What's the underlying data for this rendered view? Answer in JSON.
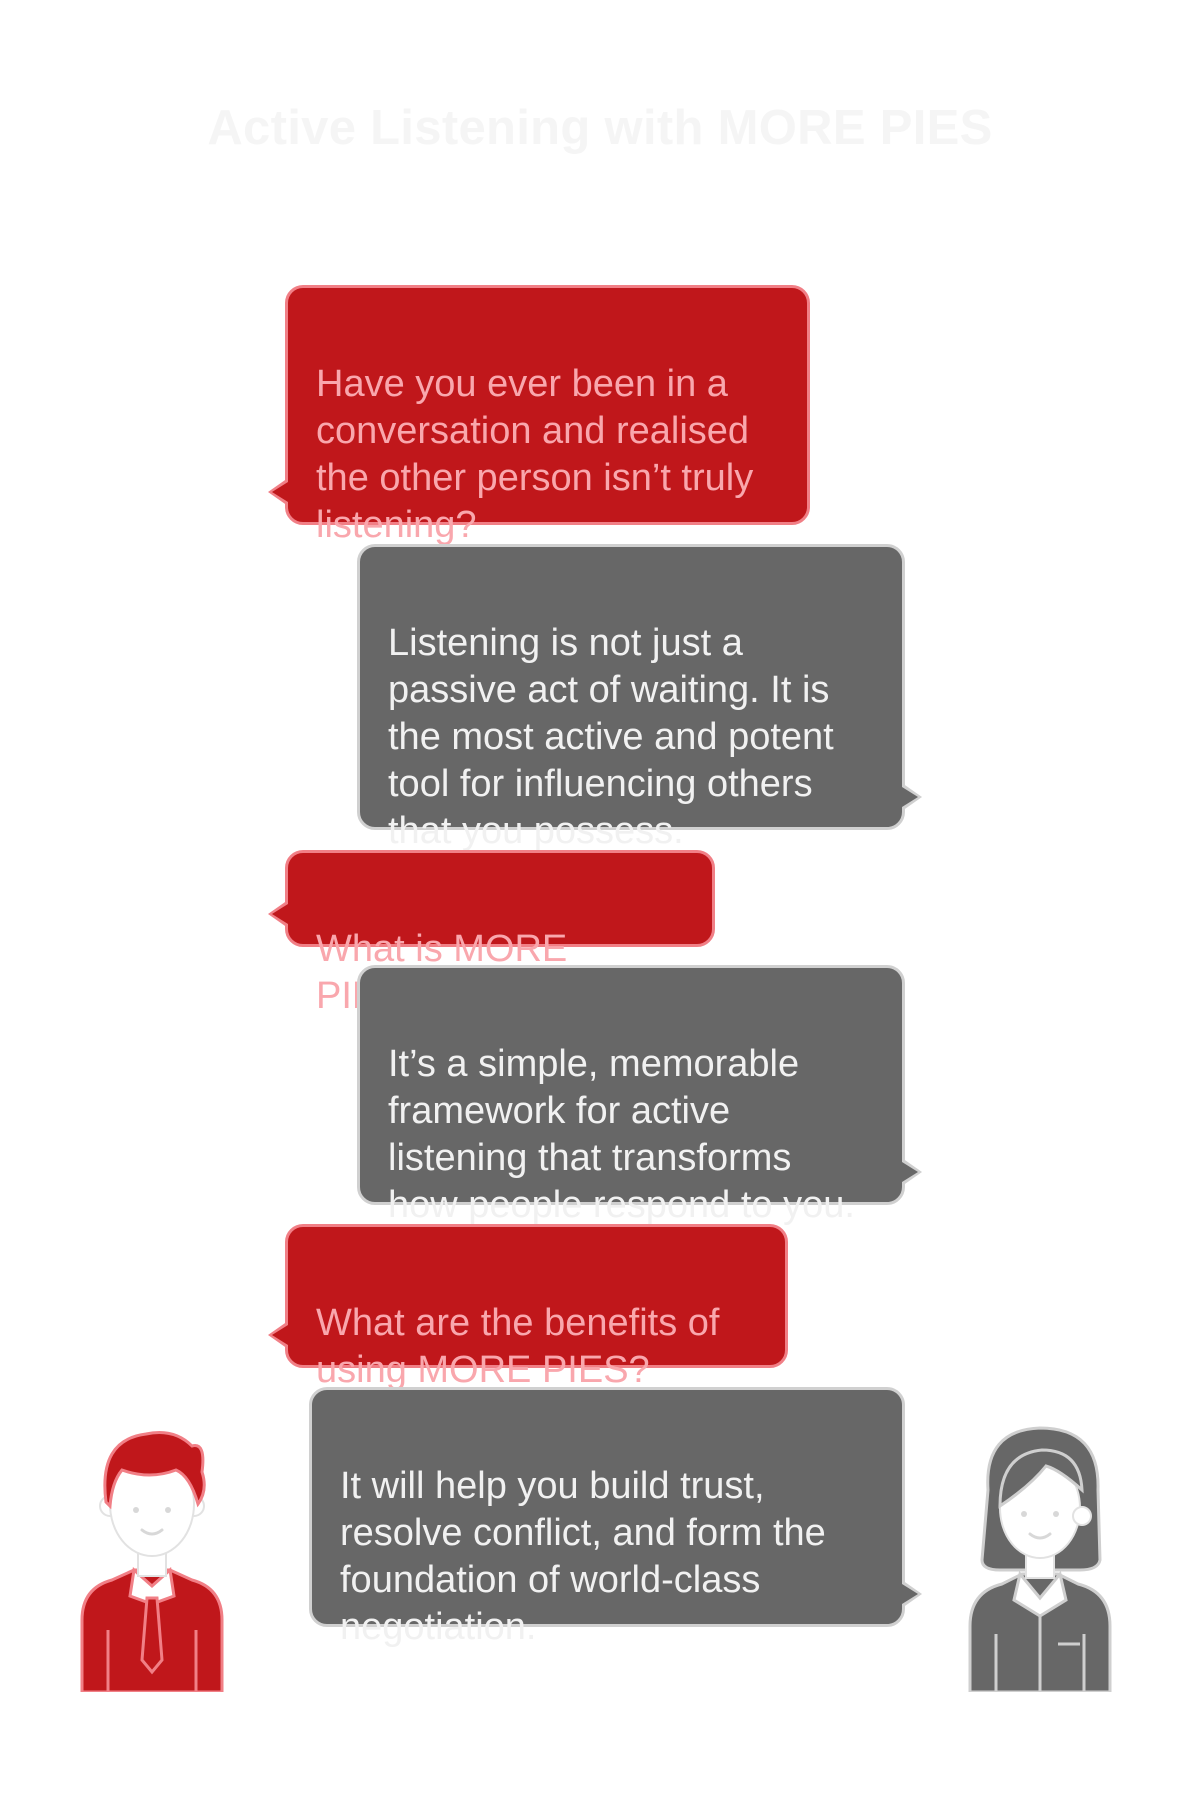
{
  "title": "Active Listening with MORE PIES",
  "colors": {
    "question_bg": "#c0171b",
    "question_border": "#f17f86",
    "question_text": "#f9a7ad",
    "answer_bg": "#676767",
    "answer_border": "#d0d0d0",
    "answer_text": "#f1f1f1"
  },
  "conversation": [
    {
      "speaker": "man",
      "text": "Have you ever been in a\nconversation and realised\nthe other person isn’t truly\nlistening?"
    },
    {
      "speaker": "woman",
      "text": "Listening is not just a\npassive act of waiting. It is\nthe most active and potent\ntool for influencing others\nthat you possess."
    },
    {
      "speaker": "man",
      "text": "What is MORE PIES?"
    },
    {
      "speaker": "woman",
      "text": "It’s a simple, memorable\nframework for active\nlistening that transforms\nhow people respond to you."
    },
    {
      "speaker": "man",
      "text": "What are the benefits of\nusing MORE PIES?"
    },
    {
      "speaker": "woman",
      "text": "It will help you build trust,\nresolve conflict, and form the\nfoundation of world-class\nnegotiation."
    }
  ],
  "icons": {
    "left_person": "man-avatar-icon",
    "right_person": "woman-avatar-icon"
  }
}
